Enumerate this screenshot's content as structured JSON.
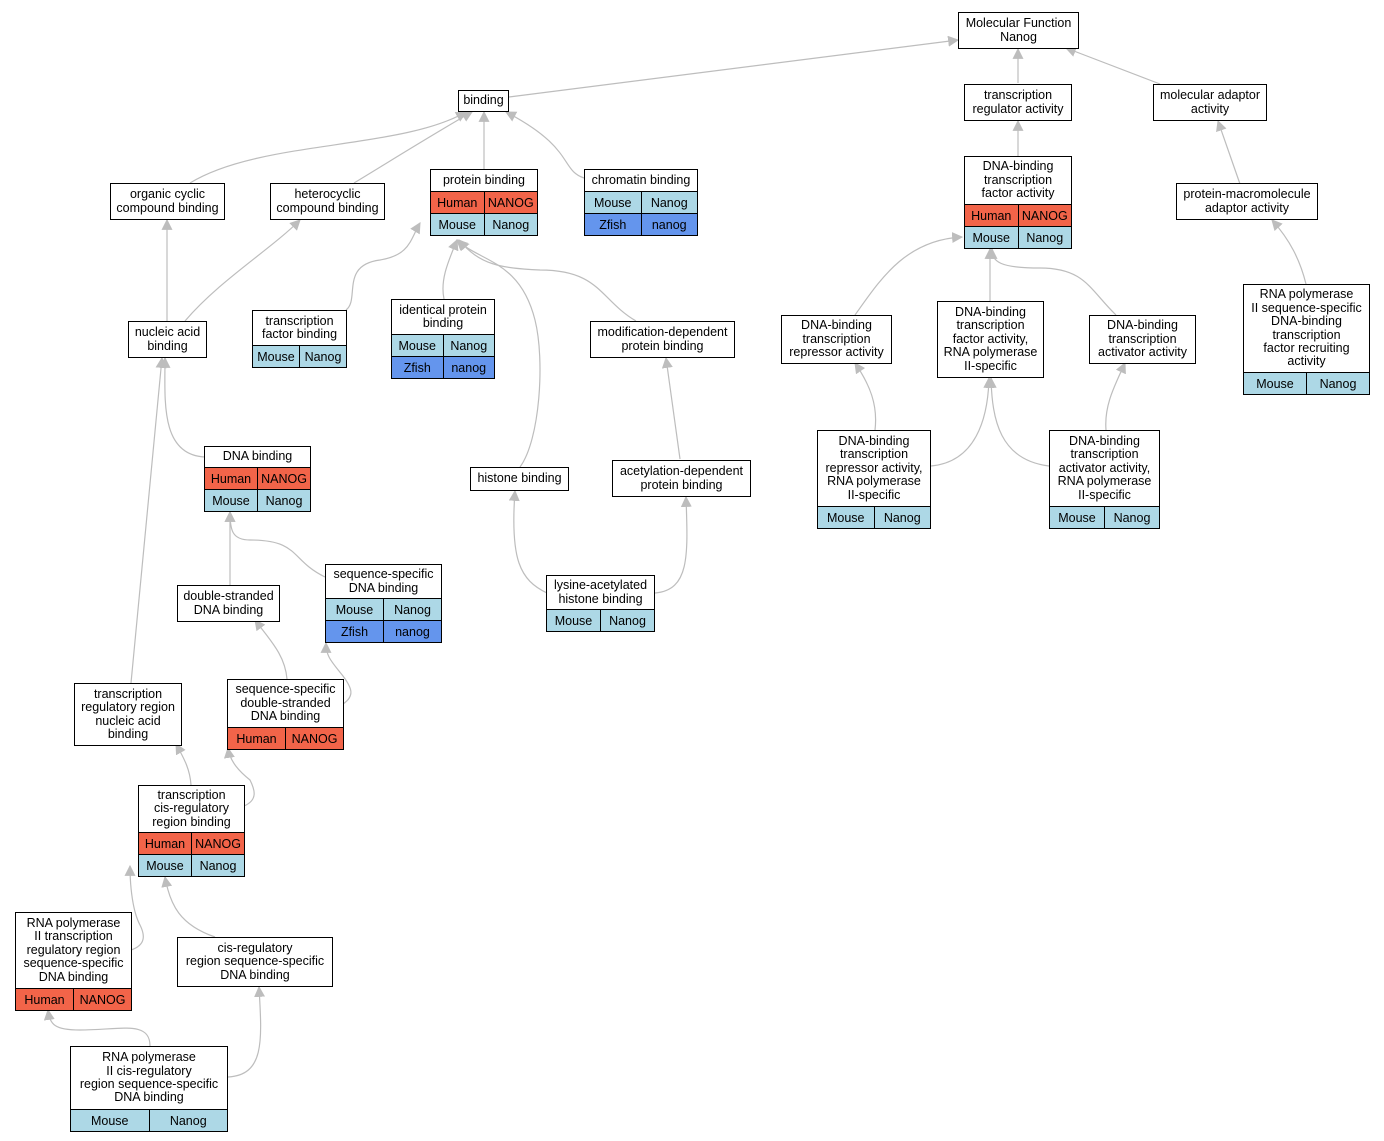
{
  "colors": {
    "human": "#f26449",
    "mouse": "#add8e6",
    "zfish": "#6495ed",
    "edge": "#bdbdbd"
  },
  "nodes": [
    {
      "id": "mf",
      "label": "Molecular Function\nNanog",
      "rows": []
    },
    {
      "id": "binding",
      "label": "binding",
      "rows": []
    },
    {
      "id": "tra",
      "label": "transcription\nregulator activity",
      "rows": []
    },
    {
      "id": "maa",
      "label": "molecular adaptor\nactivity",
      "rows": []
    },
    {
      "id": "ocb",
      "label": "organic cyclic\ncompound binding",
      "rows": []
    },
    {
      "id": "hcb",
      "label": "heterocyclic\ncompound binding",
      "rows": []
    },
    {
      "id": "pb",
      "label": "protein binding",
      "rows": [
        [
          "Human",
          "NANOG"
        ],
        [
          "Mouse",
          "Nanog"
        ]
      ]
    },
    {
      "id": "cb",
      "label": "chromatin binding",
      "rows": [
        [
          "Mouse",
          "Nanog"
        ],
        [
          "Zfish",
          "nanog"
        ]
      ]
    },
    {
      "id": "dbtf",
      "label": "DNA-binding\ntranscription\nfactor activity",
      "rows": [
        [
          "Human",
          "NANOG"
        ],
        [
          "Mouse",
          "Nanog"
        ]
      ]
    },
    {
      "id": "pmaa",
      "label": "protein-macromolecule\nadaptor activity",
      "rows": []
    },
    {
      "id": "tfb",
      "label": "transcription\nfactor binding",
      "rows": [
        [
          "Mouse",
          "Nanog"
        ]
      ]
    },
    {
      "id": "ipb",
      "label": "identical protein\nbinding",
      "rows": [
        [
          "Mouse",
          "Nanog"
        ],
        [
          "Zfish",
          "nanog"
        ]
      ]
    },
    {
      "id": "mdpb",
      "label": "modification-dependent\nprotein binding",
      "rows": []
    },
    {
      "id": "nab",
      "label": "nucleic acid\nbinding",
      "rows": []
    },
    {
      "id": "dbtr",
      "label": "DNA-binding\ntranscription\nrepressor activity",
      "rows": []
    },
    {
      "id": "dbtfp2",
      "label": "DNA-binding\ntranscription\nfactor activity,\nRNA polymerase\nII-specific",
      "rows": []
    },
    {
      "id": "dbta",
      "label": "DNA-binding\ntranscription\nactivator activity",
      "rows": []
    },
    {
      "id": "rnatfr",
      "label": "RNA polymerase\nII sequence-specific\nDNA-binding\ntranscription\nfactor recruiting\nactivity",
      "rows": [
        [
          "Mouse",
          "Nanog"
        ]
      ]
    },
    {
      "id": "dnab",
      "label": "DNA binding",
      "rows": [
        [
          "Human",
          "NANOG"
        ],
        [
          "Mouse",
          "Nanog"
        ]
      ]
    },
    {
      "id": "hb",
      "label": "histone binding",
      "rows": []
    },
    {
      "id": "adpb",
      "label": "acetylation-dependent\nprotein binding",
      "rows": []
    },
    {
      "id": "dbtrp2",
      "label": "DNA-binding\ntranscription\nrepressor activity,\nRNA polymerase\nII-specific",
      "rows": [
        [
          "Mouse",
          "Nanog"
        ]
      ]
    },
    {
      "id": "dbtap2",
      "label": "DNA-binding\ntranscription\nactivator activity,\nRNA polymerase\nII-specific",
      "rows": [
        [
          "Mouse",
          "Nanog"
        ]
      ]
    },
    {
      "id": "ssdb",
      "label": "sequence-specific\nDNA binding",
      "rows": [
        [
          "Mouse",
          "Nanog"
        ],
        [
          "Zfish",
          "nanog"
        ]
      ]
    },
    {
      "id": "dsdb",
      "label": "double-stranded\nDNA binding",
      "rows": []
    },
    {
      "id": "lahb",
      "label": "lysine-acetylated\nhistone binding",
      "rows": [
        [
          "Mouse",
          "Nanog"
        ]
      ]
    },
    {
      "id": "trrnab",
      "label": "transcription\nregulatory region\nnucleic acid\nbinding",
      "rows": []
    },
    {
      "id": "ssdsdb",
      "label": "sequence-specific\ndouble-stranded\nDNA binding",
      "rows": [
        [
          "Human",
          "NANOG"
        ]
      ]
    },
    {
      "id": "tcrrb",
      "label": "transcription\ncis-regulatory\nregion binding",
      "rows": [
        [
          "Human",
          "NANOG"
        ],
        [
          "Mouse",
          "Nanog"
        ]
      ]
    },
    {
      "id": "rp2trr",
      "label": "RNA polymerase\nII transcription\nregulatory region\nsequence-specific\nDNA binding",
      "rows": [
        [
          "Human",
          "NANOG"
        ]
      ]
    },
    {
      "id": "crssdb",
      "label": "cis-regulatory\nregion sequence-specific\nDNA binding",
      "rows": []
    },
    {
      "id": "rp2cr",
      "label": "RNA polymerase\nII cis-regulatory\nregion sequence-specific\nDNA binding",
      "rows": [
        [
          "Mouse",
          "Nanog"
        ]
      ]
    }
  ]
}
